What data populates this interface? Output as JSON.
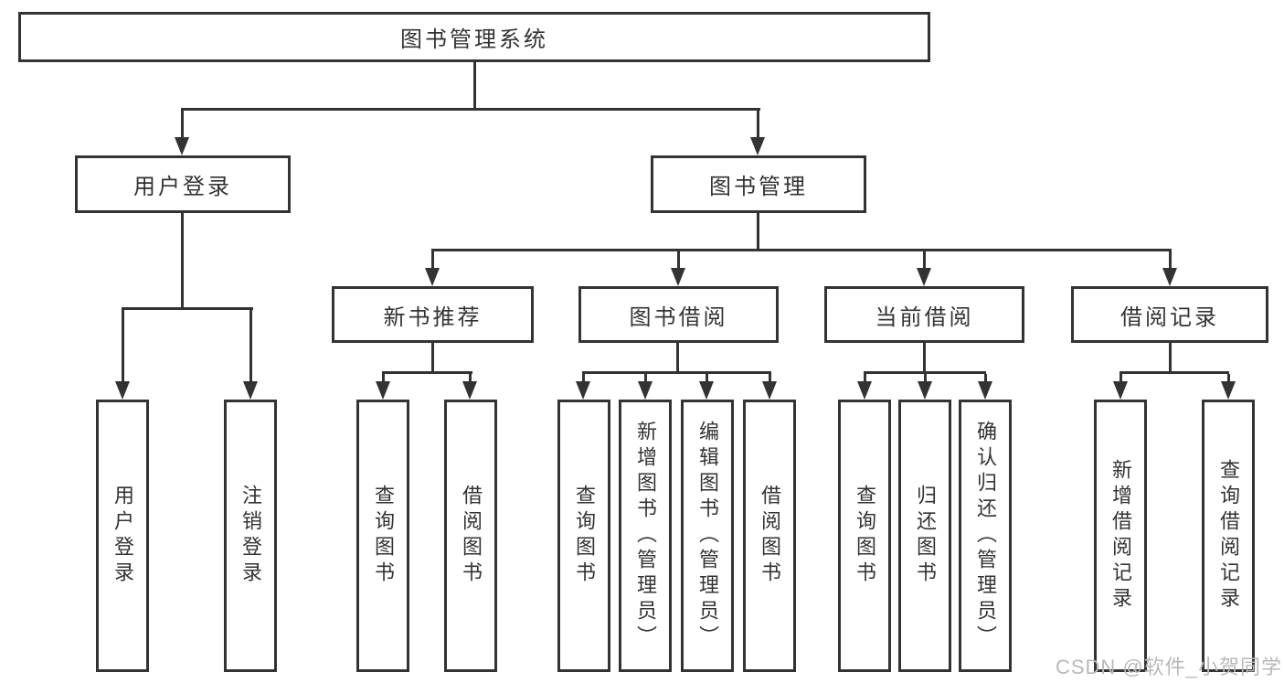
{
  "diagram": {
    "title": "图书管理系统",
    "tree": {
      "label": "图书管理系统",
      "children": [
        {
          "label": "用户登录",
          "children": [
            {
              "label": "用户登录"
            },
            {
              "label": "注销登录"
            }
          ]
        },
        {
          "label": "图书管理",
          "children": [
            {
              "label": "新书推荐",
              "children": [
                {
                  "label": "查询图书"
                },
                {
                  "label": "借阅图书"
                }
              ]
            },
            {
              "label": "图书借阅",
              "children": [
                {
                  "label": "查询图书"
                },
                {
                  "label": "新增图书（管理员）"
                },
                {
                  "label": "编辑图书（管理员）"
                },
                {
                  "label": "借阅图书"
                }
              ]
            },
            {
              "label": "当前借阅",
              "children": [
                {
                  "label": "查询图书"
                },
                {
                  "label": "归还图书"
                },
                {
                  "label": "确认归还（管理员）"
                }
              ]
            },
            {
              "label": "借阅记录",
              "children": [
                {
                  "label": "新增借阅记录"
                },
                {
                  "label": "查询借阅记录"
                }
              ]
            }
          ]
        }
      ]
    },
    "watermark": "CSDN @软件_小贺同学",
    "colors": {
      "line": "#333333",
      "text": "#333333",
      "box_background": "#ffffff",
      "page_background": "#ffffff",
      "watermark": "#b9b9b9"
    }
  }
}
